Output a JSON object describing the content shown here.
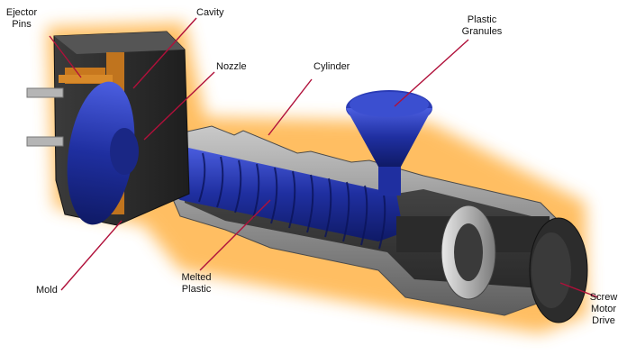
{
  "labels": {
    "ejector_pins": "Ejector\nPins",
    "cavity": "Cavity",
    "nozzle": "Nozzle",
    "cylinder": "Cylinder",
    "plastic_granules": "Plastic\nGranules",
    "mold": "Mold",
    "melted_plastic": "Melted\nPlastic",
    "screw_motor_drive": "Screw\nMotor\nDrive"
  },
  "colors": {
    "callout_line": "#b0103a",
    "glow": "#ffb347",
    "blue": "#1f2fa0",
    "gray_body": "#8c8c8c",
    "copper": "#c8781e"
  }
}
